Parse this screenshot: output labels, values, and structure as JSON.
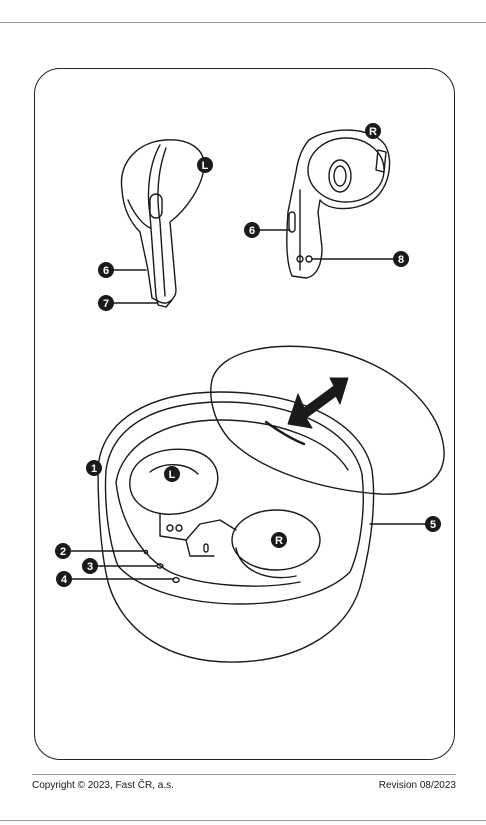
{
  "labels": {
    "left": "L",
    "right": "R",
    "case_left": "L",
    "case_right": "R",
    "n1": "1",
    "n2": "2",
    "n3": "3",
    "n4": "4",
    "n5": "5",
    "n6a": "6",
    "n6b": "6",
    "n7": "7",
    "n8": "8"
  },
  "footer": {
    "copyright": "Copyright © 2023, Fast ČR, a.s.",
    "revision": "Revision 08/2023"
  },
  "colors": {
    "ink": "#1a1a1a",
    "rule": "#9a9a9a"
  },
  "icons": [
    "left-earbud",
    "right-earbud",
    "charging-case",
    "lid-open-arrow-icon"
  ]
}
